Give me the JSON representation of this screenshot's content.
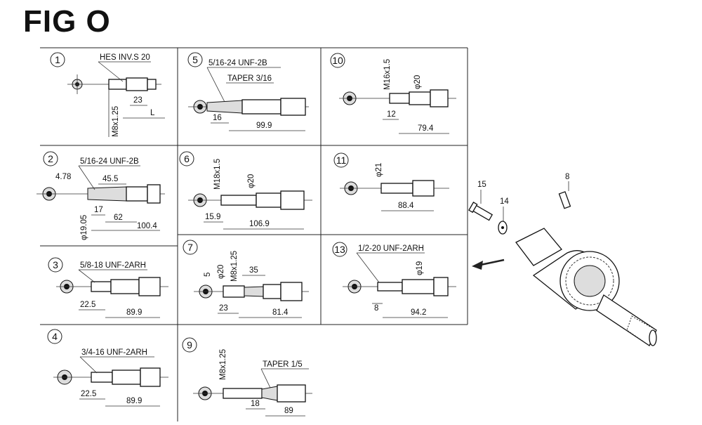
{
  "figure": {
    "title": "FIG O"
  },
  "panels": [
    {
      "id": "1",
      "labels": [
        "HES INV.S 20",
        "M8x1.25",
        "23",
        "L"
      ]
    },
    {
      "id": "5",
      "labels": [
        "5/16-24 UNF-2B",
        "TAPER 3/16",
        "16",
        "99.9"
      ]
    },
    {
      "id": "10",
      "labels": [
        "M16x1.5",
        "φ20",
        "12",
        "79.4"
      ]
    },
    {
      "id": "2",
      "labels": [
        "5/16-24 UNF-2B",
        "4.78",
        "45.5",
        "φ19.05",
        "17",
        "62",
        "100.4"
      ]
    },
    {
      "id": "6",
      "labels": [
        "M18x1.5",
        "φ20",
        "15.9",
        "106.9"
      ]
    },
    {
      "id": "11",
      "labels": [
        "φ21",
        "88.4"
      ]
    },
    {
      "id": "3",
      "labels": [
        "5/8-18 UNF-2ARH",
        "22.5",
        "89.9"
      ]
    },
    {
      "id": "7",
      "labels": [
        "5",
        "φ20",
        "M8x1.25",
        "35",
        "23",
        "81.4"
      ]
    },
    {
      "id": "13",
      "labels": [
        "1/2-20 UNF-2ARH",
        "φ19",
        "8",
        "94.2"
      ]
    },
    {
      "id": "4",
      "labels": [
        "3/4-16 UNF-2ARH",
        "22.5",
        "89.9"
      ]
    },
    {
      "id": "9",
      "labels": [
        "M8x1.25",
        "TAPER 1/5",
        "18",
        "89"
      ]
    }
  ],
  "callouts": [
    "15",
    "14",
    "8"
  ]
}
